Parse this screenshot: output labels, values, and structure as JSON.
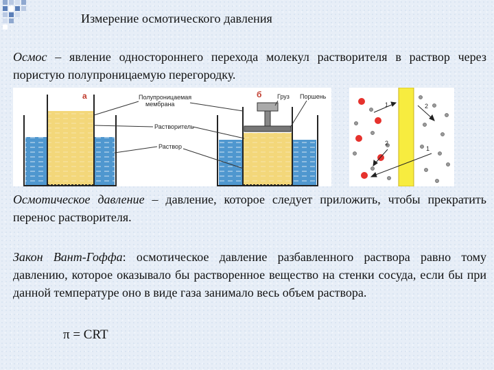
{
  "slide": {
    "title": "Измерение осмотического давления",
    "osmosis": {
      "term": "Осмос",
      "definition": " – явление одностороннего перехода молекул растворителя в раствор через пористую полупроницаемую перегородку."
    },
    "pressure": {
      "term": "Осмотическое давление",
      "definition": " – давление, которое следует приложить, чтобы прекратить перенос растворителя."
    },
    "law": {
      "term": "Закон Вант-Гоффа",
      "definition": ": осмотическое давление разбавленного раствора равно тому давлению, которое оказывало бы растворенное вещество на стенки сосуда, если бы при данной температуре оно в виде газа занимало весь объем раствора."
    },
    "formula": "π = CRT"
  },
  "figure_ab": {
    "label_a": "а",
    "label_b": "б",
    "callout_membrane_line1": "Полупроницаемая",
    "callout_membrane_line2": "мембрана",
    "callout_weight": "Груз",
    "callout_piston": "Поршень",
    "callout_solvent": "Растворитель",
    "callout_solution": "Раствор"
  },
  "figure_membrane": {
    "label_1_top": "1",
    "label_2_top": "2",
    "label_2_bottom": "2",
    "label_1_bottom": "1"
  },
  "colors": {
    "solution_yellow": "#f3d77a",
    "solvent_blue": "#4f97cf",
    "membrane_yellow": "#f7ec3f",
    "solute_red": "#e6322d",
    "accent_square": "#5b7fb8"
  }
}
